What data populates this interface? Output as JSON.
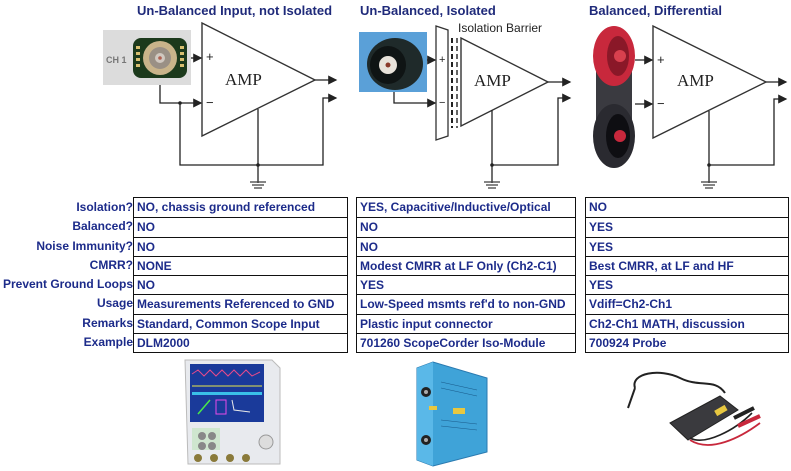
{
  "columns": [
    {
      "title": "Un-Balanced Input, not Isolated",
      "connector_label": "CH 1",
      "amp_label": "AMP",
      "values": [
        "NO, chassis ground referenced",
        "NO",
        "NO",
        "NONE",
        "NO",
        "Measurements Referenced to GND",
        "Standard, Common Scope Input",
        "DLM2000"
      ],
      "product_image": "oscilloscope"
    },
    {
      "title": "Un-Balanced, Isolated",
      "barrier_label": "Isolation Barrier",
      "amp_label": "AMP",
      "values": [
        "YES, Capacitive/Inductive/Optical",
        "NO",
        "NO",
        "Modest CMRR at LF Only (Ch2-C1)",
        "YES",
        "Low-Speed msmts ref'd to non-GND",
        "Plastic input connector",
        "701260 ScopeCorder Iso-Module"
      ],
      "product_image": "iso-module"
    },
    {
      "title": "Balanced, Differential",
      "amp_label": "AMP",
      "values": [
        "NO",
        "YES",
        "YES",
        "Best CMRR, at LF and HF",
        "YES",
        "Vdiff=Ch2-Ch1",
        "Ch2-Ch1 MATH, discussion",
        "700924 Probe"
      ],
      "product_image": "differential-probe"
    }
  ],
  "row_labels": [
    "Isolation?",
    "Balanced?",
    "Noise Immunity?",
    "CMRR?",
    "Prevent Ground Loops",
    "Usage",
    "Remarks",
    "Example"
  ],
  "symbols": {
    "plus": "+",
    "minus": "−"
  },
  "colors": {
    "title": "#1f2a7a",
    "text": "#1c2b8a",
    "red_terminal": "#c8283c",
    "blue_module": "#3fa3d8"
  }
}
